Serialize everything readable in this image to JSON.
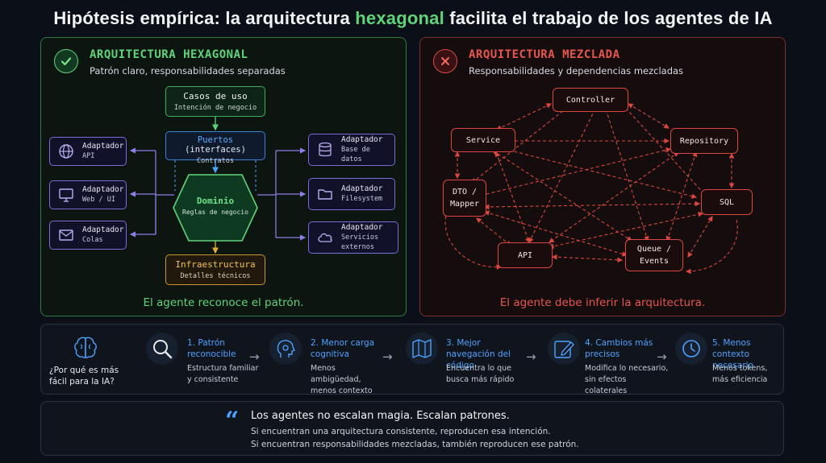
{
  "title": {
    "before": "Hipótesis empírica: la arquitectura ",
    "highlight": "hexagonal",
    "after": " facilita el trabajo de los agentes de IA"
  },
  "left_panel": {
    "heading": "ARQUITECTURA HEXAGONAL",
    "subtitle": "Patrón claro, responsabilidades separadas",
    "footer": "El agente reconoce el patrón.",
    "use_cases": {
      "title": "Casos de uso",
      "sub": "Intención de negocio"
    },
    "ports": {
      "title_a": "Puertos",
      "title_b": "(interfaces)",
      "sub": "Contratos"
    },
    "domain": {
      "title": "Dominio",
      "sub": "Reglas de negocio"
    },
    "infra": {
      "title": "Infraestructura",
      "sub": "Detalles técnicos"
    },
    "adapters_left": [
      {
        "label": "Adaptador",
        "sub": "API",
        "icon": "globe-icon"
      },
      {
        "label": "Adaptador",
        "sub": "Web / UI",
        "icon": "monitor-icon"
      },
      {
        "label": "Adaptador",
        "sub": "Colas",
        "icon": "envelope-icon"
      }
    ],
    "adapters_right": [
      {
        "label": "Adaptador",
        "sub": "Base de datos",
        "icon": "database-icon"
      },
      {
        "label": "Adaptador",
        "sub": "Filesystem",
        "icon": "folder-icon"
      },
      {
        "label": "Adaptador",
        "sub": "Servicios externos",
        "icon": "cloud-icon"
      }
    ],
    "accent": "#5fd47a"
  },
  "right_panel": {
    "heading": "ARQUITECTURA MEZCLADA",
    "subtitle": "Responsabilidades y dependencias mezcladas",
    "footer": "El agente debe inferir la arquitectura.",
    "nodes": {
      "controller": "Controller",
      "service": "Service",
      "repository": "Repository",
      "dto_a": "DTO /",
      "dto_b": "Mapper",
      "sql": "SQL",
      "api": "API",
      "queue_a": "Queue /",
      "queue_b": "Events"
    },
    "accent": "#e04a42"
  },
  "why": {
    "question": "¿Por qué es más fácil para la IA?",
    "steps": [
      {
        "title": "1. Patrón reconocible",
        "desc": "Estructura familiar y consistente",
        "icon": "magnifier-icon"
      },
      {
        "title": "2. Menor carga cognitiva",
        "desc": "Menos ambigüedad, menos contexto",
        "icon": "head-gear-icon"
      },
      {
        "title": "3. Mejor navegación del código",
        "desc": "Encuentra lo que busca más rápido",
        "icon": "map-icon"
      },
      {
        "title": "4. Cambios más precisos",
        "desc": "Modifica lo necesario, sin efectos colaterales",
        "icon": "edit-icon"
      },
      {
        "title": "5. Menos contexto necesario",
        "desc": "Menos tokens, más eficiencia",
        "icon": "clock-icon"
      }
    ],
    "accent": "#4da3ff"
  },
  "quote": {
    "headline": "Los agentes no escalan magia. Escalan patrones.",
    "line1": "Si encuentran una arquitectura consistente, reproducen esa intención.",
    "line2": "Si encuentran responsabilidades mezcladas, también reproducen ese patrón."
  }
}
